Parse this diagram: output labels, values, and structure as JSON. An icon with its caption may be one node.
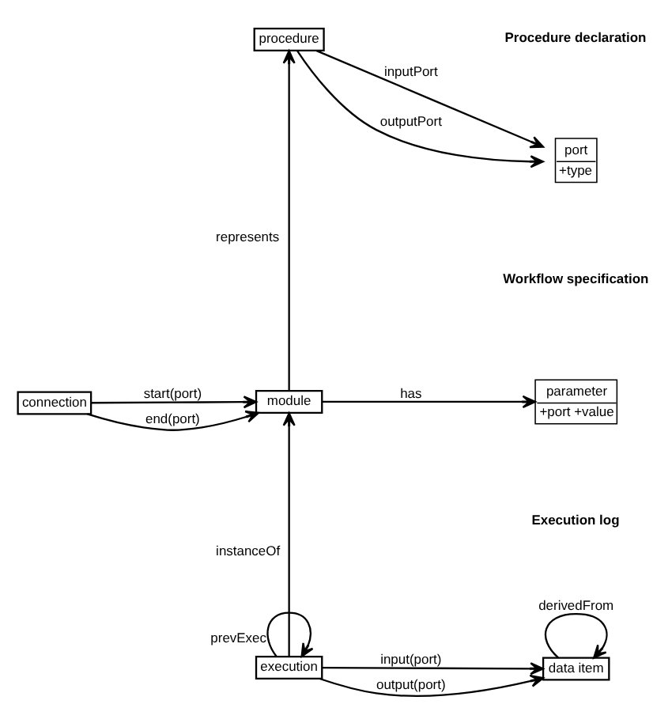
{
  "diagram": {
    "nodes": [
      {
        "text": [
          "procedure"
        ]
      },
      {
        "text": [
          "port",
          "+type"
        ]
      },
      {
        "text": [
          "module"
        ]
      },
      {
        "text": [
          "connection"
        ]
      },
      {
        "text": [
          "parameter",
          "+port +value"
        ]
      },
      {
        "text": [
          "execution"
        ]
      },
      {
        "text": [
          "data item"
        ]
      }
    ],
    "edges": [
      {
        "from": 0,
        "to": 1,
        "arrow": "to",
        "label": "inputPort"
      },
      {
        "from": 0,
        "to": 1,
        "arrow": "to",
        "label": "outputPort"
      },
      {
        "from": 2,
        "to": 0,
        "arrow": "to",
        "label": "represents"
      },
      {
        "from": 2,
        "to": 4,
        "arrow": "to",
        "label": "has"
      },
      {
        "from": 3,
        "to": 2,
        "arrow": "to",
        "label": "start(port)"
      },
      {
        "from": 3,
        "to": 2,
        "arrow": "to",
        "label": "end(port)"
      },
      {
        "from": 5,
        "to": 2,
        "arrow": "to",
        "label": "instanceOf"
      },
      {
        "from": 5,
        "to": 6,
        "arrow": "to",
        "label": "input(port)"
      },
      {
        "from": 5,
        "to": 6,
        "arrow": "to",
        "label": "output(port)"
      },
      {
        "from": 5,
        "to": 5,
        "arrow": "to",
        "label": "prevExec"
      },
      {
        "from": 6,
        "to": 6,
        "arrow": "to",
        "label": "derivedFrom"
      }
    ],
    "labels": [
      "Procedure declaration",
      "Workflow specification",
      "Execution log"
    ]
  }
}
